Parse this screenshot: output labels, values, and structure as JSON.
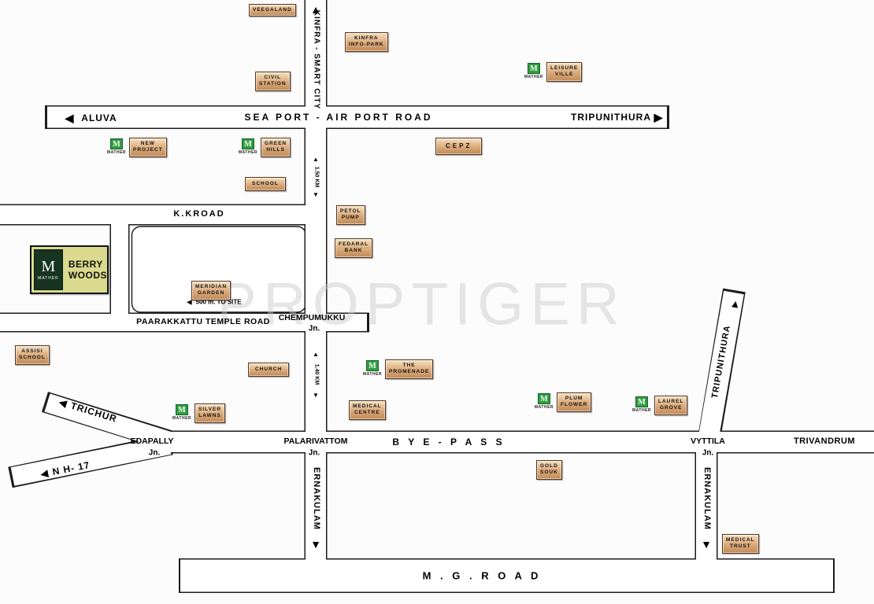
{
  "watermark": "PROPTIGER",
  "brand": {
    "letter": "M",
    "name": "MATHER"
  },
  "site": {
    "lines": [
      "BERRY",
      "WOODS"
    ]
  },
  "colors": {
    "background": "#fcfcfc",
    "road_fill": "#ffffff",
    "road_outline": "#1c1c1c",
    "landmark_gradient_top": "#f5e3c4",
    "landmark_gradient_bottom": "#bf8a57",
    "mather_green": "#2f9e41",
    "site_box_bg": "#dadb8e",
    "site_logo_bg": "#173420",
    "watermark_gray": "#c8c8c8"
  },
  "icons": {
    "arrow_up": "▲",
    "arrow_down": "▼",
    "arrow_left": "◀",
    "arrow_right": "▶"
  },
  "roads": {
    "kinfra_smart_city": "KINFRA - SMART CITY",
    "sea_port_air_port": "SEA PORT - AIR PORT ROAD",
    "aluva": "ALUVA",
    "tripunithura_east": "TRIPUNITHURA",
    "distance_1_50": "1.50 KM",
    "kk_road": "K.KROAD",
    "paarakkattu_temple_road": "PAARAKKATTU TEMPLE ROAD",
    "distance_1_40": "1.40 KM",
    "trichur": "TRICHUR",
    "nh_17": "N H- 17",
    "bye_pass": "B Y E - P A S S",
    "trivandrum": "TRIVANDRUM",
    "ernakulam_west": "ERNAKULAM",
    "ernakulam_east": "ERNAKULAM",
    "tripunithura_north": "TRIPUNITHURA",
    "mg_road": "M . G . R O A D",
    "to_site": "500 m. TO SITE"
  },
  "junctions": {
    "chempumukku": {
      "name": "CHEMPUMUKKU",
      "jn": "Jn."
    },
    "edapally": {
      "name": "EDAPALLY",
      "jn": "Jn."
    },
    "palarivattom": {
      "name": "PALARIVATTOM",
      "jn": "Jn."
    },
    "vyttila": {
      "name": "VYTTILA",
      "jn": "Jn."
    }
  },
  "landmarks": [
    {
      "id": "veegaland",
      "lines": [
        "VEEGALAND"
      ],
      "mather": false
    },
    {
      "id": "kinfra-info-park",
      "lines": [
        "KINFRA",
        "INFO-PARK"
      ],
      "mather": false
    },
    {
      "id": "leisure-ville",
      "lines": [
        "LEISURE",
        "VILLE"
      ],
      "mather": true
    },
    {
      "id": "civil-station",
      "lines": [
        "CIVIL",
        "STATION"
      ],
      "mather": false
    },
    {
      "id": "new-project",
      "lines": [
        "NEW",
        "PROJECT"
      ],
      "mather": true
    },
    {
      "id": "green-hills",
      "lines": [
        "GREEN",
        "HILLS"
      ],
      "mather": true
    },
    {
      "id": "cepz",
      "lines": [
        "CEPZ"
      ],
      "mather": false
    },
    {
      "id": "school",
      "lines": [
        "SCHOOL"
      ],
      "mather": false
    },
    {
      "id": "petol-pump",
      "lines": [
        "PETOL",
        "PUMP"
      ],
      "mather": false
    },
    {
      "id": "fedaral-bank",
      "lines": [
        "FEDARAL",
        "BANK"
      ],
      "mather": false
    },
    {
      "id": "meridian-garden",
      "lines": [
        "MERIDIAN",
        "GARDEN"
      ],
      "mather": false
    },
    {
      "id": "assisi-school",
      "lines": [
        "ASSISI",
        "SCHOOL"
      ],
      "mather": false
    },
    {
      "id": "church",
      "lines": [
        "CHURCH"
      ],
      "mather": false
    },
    {
      "id": "the-promenade",
      "lines": [
        "THE",
        "PROMENADE"
      ],
      "mather": true
    },
    {
      "id": "medical-centre",
      "lines": [
        "MEDICAL",
        "CENTRE"
      ],
      "mather": false
    },
    {
      "id": "silver-lawns",
      "lines": [
        "SILVER",
        "LAWNS"
      ],
      "mather": true
    },
    {
      "id": "plum-flower",
      "lines": [
        "PLUM",
        "FLOWER"
      ],
      "mather": true
    },
    {
      "id": "laurel-grove",
      "lines": [
        "LAUREL",
        "GROVE"
      ],
      "mather": true
    },
    {
      "id": "gold-souk",
      "lines": [
        "GOLD",
        "SOUK"
      ],
      "mather": false
    },
    {
      "id": "medical-trust",
      "lines": [
        "MEDICAL",
        "TRUST"
      ],
      "mather": false
    }
  ]
}
